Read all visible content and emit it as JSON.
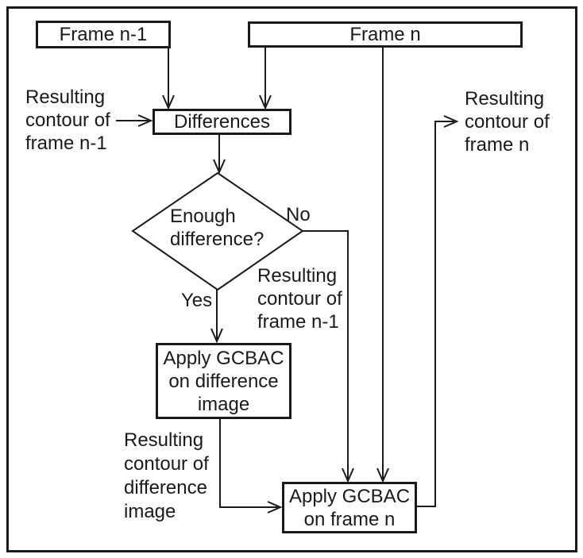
{
  "diagram": {
    "nodes": {
      "frame_n1": {
        "label": "Frame n-1"
      },
      "frame_n": {
        "label": "Frame n"
      },
      "differences": {
        "label": "Differences"
      },
      "decision": {
        "label": "Enough\ndifference?"
      },
      "apply_gcbac_difference": {
        "label": "Apply GCBAC\non difference\nimage"
      },
      "apply_gcbac_frame": {
        "label": "Apply GCBAC\non frame n"
      }
    },
    "labels": {
      "contour_n1_input": "Resulting\ncontour of\nframe n-1",
      "contour_n_output": "Resulting\ncontour of\nframe n",
      "no": "No",
      "yes": "Yes",
      "contour_n1_no_branch": "Resulting\ncontour of\nframe n-1",
      "contour_difference": "Resulting\ncontour of\ndifference\nimage"
    },
    "colors": {
      "line": "#1a1a1a",
      "background": "#ffffff"
    }
  }
}
